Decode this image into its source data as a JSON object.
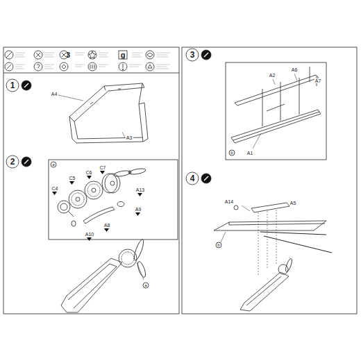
{
  "diagram": {
    "labels": [
      "3",
      "g",
      "1",
      "A4",
      "A3",
      "2",
      "C4",
      "C5",
      "C6",
      "C7",
      "A13",
      "A9",
      "A8",
      "A10",
      "a",
      "a",
      "3",
      "A2",
      "A6",
      "A7",
      "A1",
      "b",
      "4",
      "A14",
      "A5",
      "b"
    ]
  }
}
